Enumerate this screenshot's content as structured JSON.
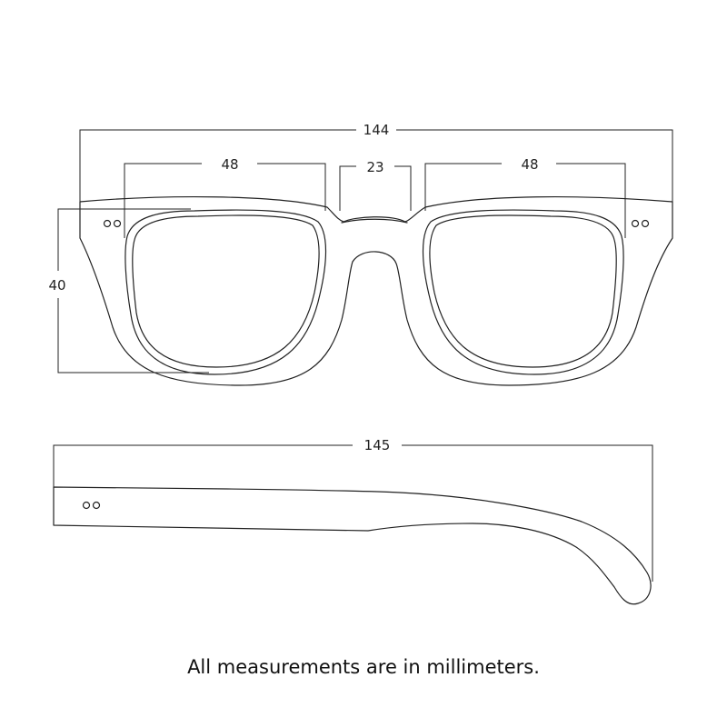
{
  "front_view": {
    "total_width": "144",
    "lens_width_left": "48",
    "bridge_width": "23",
    "lens_width_right": "48",
    "lens_height": "40"
  },
  "side_view": {
    "temple_length": "145"
  },
  "caption": "All measurements are in millimeters.",
  "colors": {
    "outline": "#222222",
    "background": "#ffffff"
  }
}
